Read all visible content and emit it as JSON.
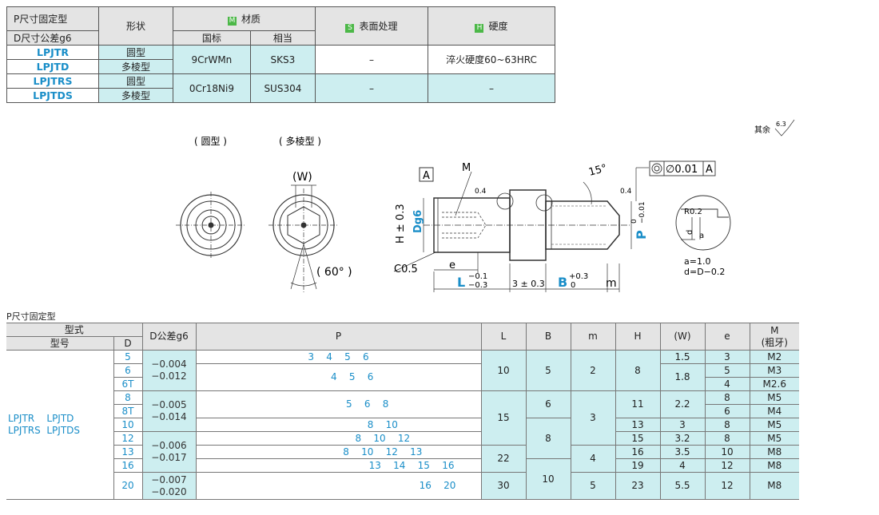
{
  "material_table": {
    "header": {
      "series_p": "P尺寸固定型",
      "series_d": "D尺寸公差g6",
      "shape": "形状",
      "material_badge": "M",
      "material": "材质",
      "standard_gb": "国标",
      "standard_eq": "相当",
      "surface_badge": "S",
      "surface": "表面处理",
      "hardness_badge": "H",
      "hardness": "硬度"
    },
    "rows": [
      {
        "type": "LPJTR",
        "shape": "圆型"
      },
      {
        "type": "LPJTD",
        "shape": "多棱型"
      },
      {
        "type": "LPJTRS",
        "shape": "圆型"
      },
      {
        "type": "LPJTDS",
        "shape": "多棱型"
      }
    ],
    "groups": [
      {
        "gb": "9CrWMn",
        "eq": "SKS3",
        "surface": "–",
        "hardness": "淬火硬度60~63HRC"
      },
      {
        "gb": "0Cr18Ni9",
        "eq": "SUS304",
        "surface": "–",
        "hardness": "–"
      }
    ]
  },
  "drawing": {
    "roughness_note": "其余",
    "roughness_value": "6.3",
    "round_label": "( 圆型 )",
    "poly_label": "( 多棱型 )",
    "w_label": "(W)",
    "angle_label": "( 60°  )",
    "datum": "A",
    "m_label": "M",
    "angle_15": "15°",
    "fcf_tol": "∅0.01",
    "fcf_datum": "A",
    "rough_04": "0.4",
    "h_dim": "H ± 0.3",
    "dg6": "Dg6",
    "c05": "C0.5",
    "e_label": "e",
    "l_label": "L",
    "l_tol_up": "−0.1",
    "l_tol_dn": "−0.3",
    "three_dim": "3 ± 0.3",
    "b_label": "B",
    "b_tol_up": "+0.3",
    "b_tol_dn": "0",
    "m_small": "m",
    "p_label": "P",
    "p_tol_up": "0",
    "p_tol_dn": "−0.01",
    "r02": "R0.2",
    "d_small": "d",
    "a_small": "a",
    "note_a": "a=1.0",
    "note_d": "d=D−0.2"
  },
  "spec_table": {
    "title": "P尺寸固定型",
    "headers": {
      "type_group": "型式",
      "model": "型号",
      "d": "D",
      "tol": "D公差g6",
      "p": "P",
      "l": "L",
      "b": "B",
      "m": "m",
      "h": "H",
      "w": "(W)",
      "e": "e",
      "mm_1": "M",
      "mm_2": "(粗牙)"
    },
    "types_line1": "LPJTR    LPJTD",
    "types_line2": "LPJTRS  LPJTDS",
    "rows": [
      {
        "d": "5",
        "p": "3    4    5    6",
        "w": "1.5",
        "e": "3",
        "mm": "M2"
      },
      {
        "d": "6",
        "p": "         4    5    6",
        "e": "5",
        "mm": "M3"
      },
      {
        "d": "6T",
        "p": "",
        "e": "4",
        "mm": "M2.6"
      },
      {
        "d": "8",
        "p": "                   5    6    8",
        "e": "8",
        "mm": "M5"
      },
      {
        "d": "8T",
        "p": "",
        "e": "6",
        "mm": "M4"
      },
      {
        "d": "10",
        "p": "                             8    10",
        "h": "13",
        "w": "3",
        "e": "8",
        "mm": "M5"
      },
      {
        "d": "12",
        "p": "                             8    10    12",
        "h": "15",
        "w": "3.2",
        "e": "8",
        "mm": "M5"
      },
      {
        "d": "13",
        "p": "                             8    10    12    13",
        "h": "16",
        "w": "3.5",
        "e": "10",
        "mm": "M8"
      },
      {
        "d": "16",
        "p": "                                                13    14    15    16",
        "h": "19",
        "w": "4",
        "e": "12",
        "mm": "M8"
      },
      {
        "d": "20",
        "p": "                                                                 16    20",
        "h": "23",
        "w": "5.5",
        "e": "12",
        "mm": "M8"
      }
    ],
    "tol_groups": [
      {
        "up": "−0.004",
        "dn": "−0.012"
      },
      {
        "up": "−0.005",
        "dn": "−0.014"
      },
      {
        "up": "−0.006",
        "dn": "−0.017"
      },
      {
        "up": "−0.007",
        "dn": "−0.020"
      }
    ],
    "l_groups": [
      "10",
      "15",
      "22",
      "30"
    ],
    "b_groups": [
      "5",
      "6",
      "8",
      "10"
    ],
    "m_groups": [
      "2",
      "3",
      "4",
      "5"
    ],
    "h_groups": [
      "8",
      "11"
    ],
    "w_groups": [
      "1.8",
      "2.2"
    ]
  }
}
